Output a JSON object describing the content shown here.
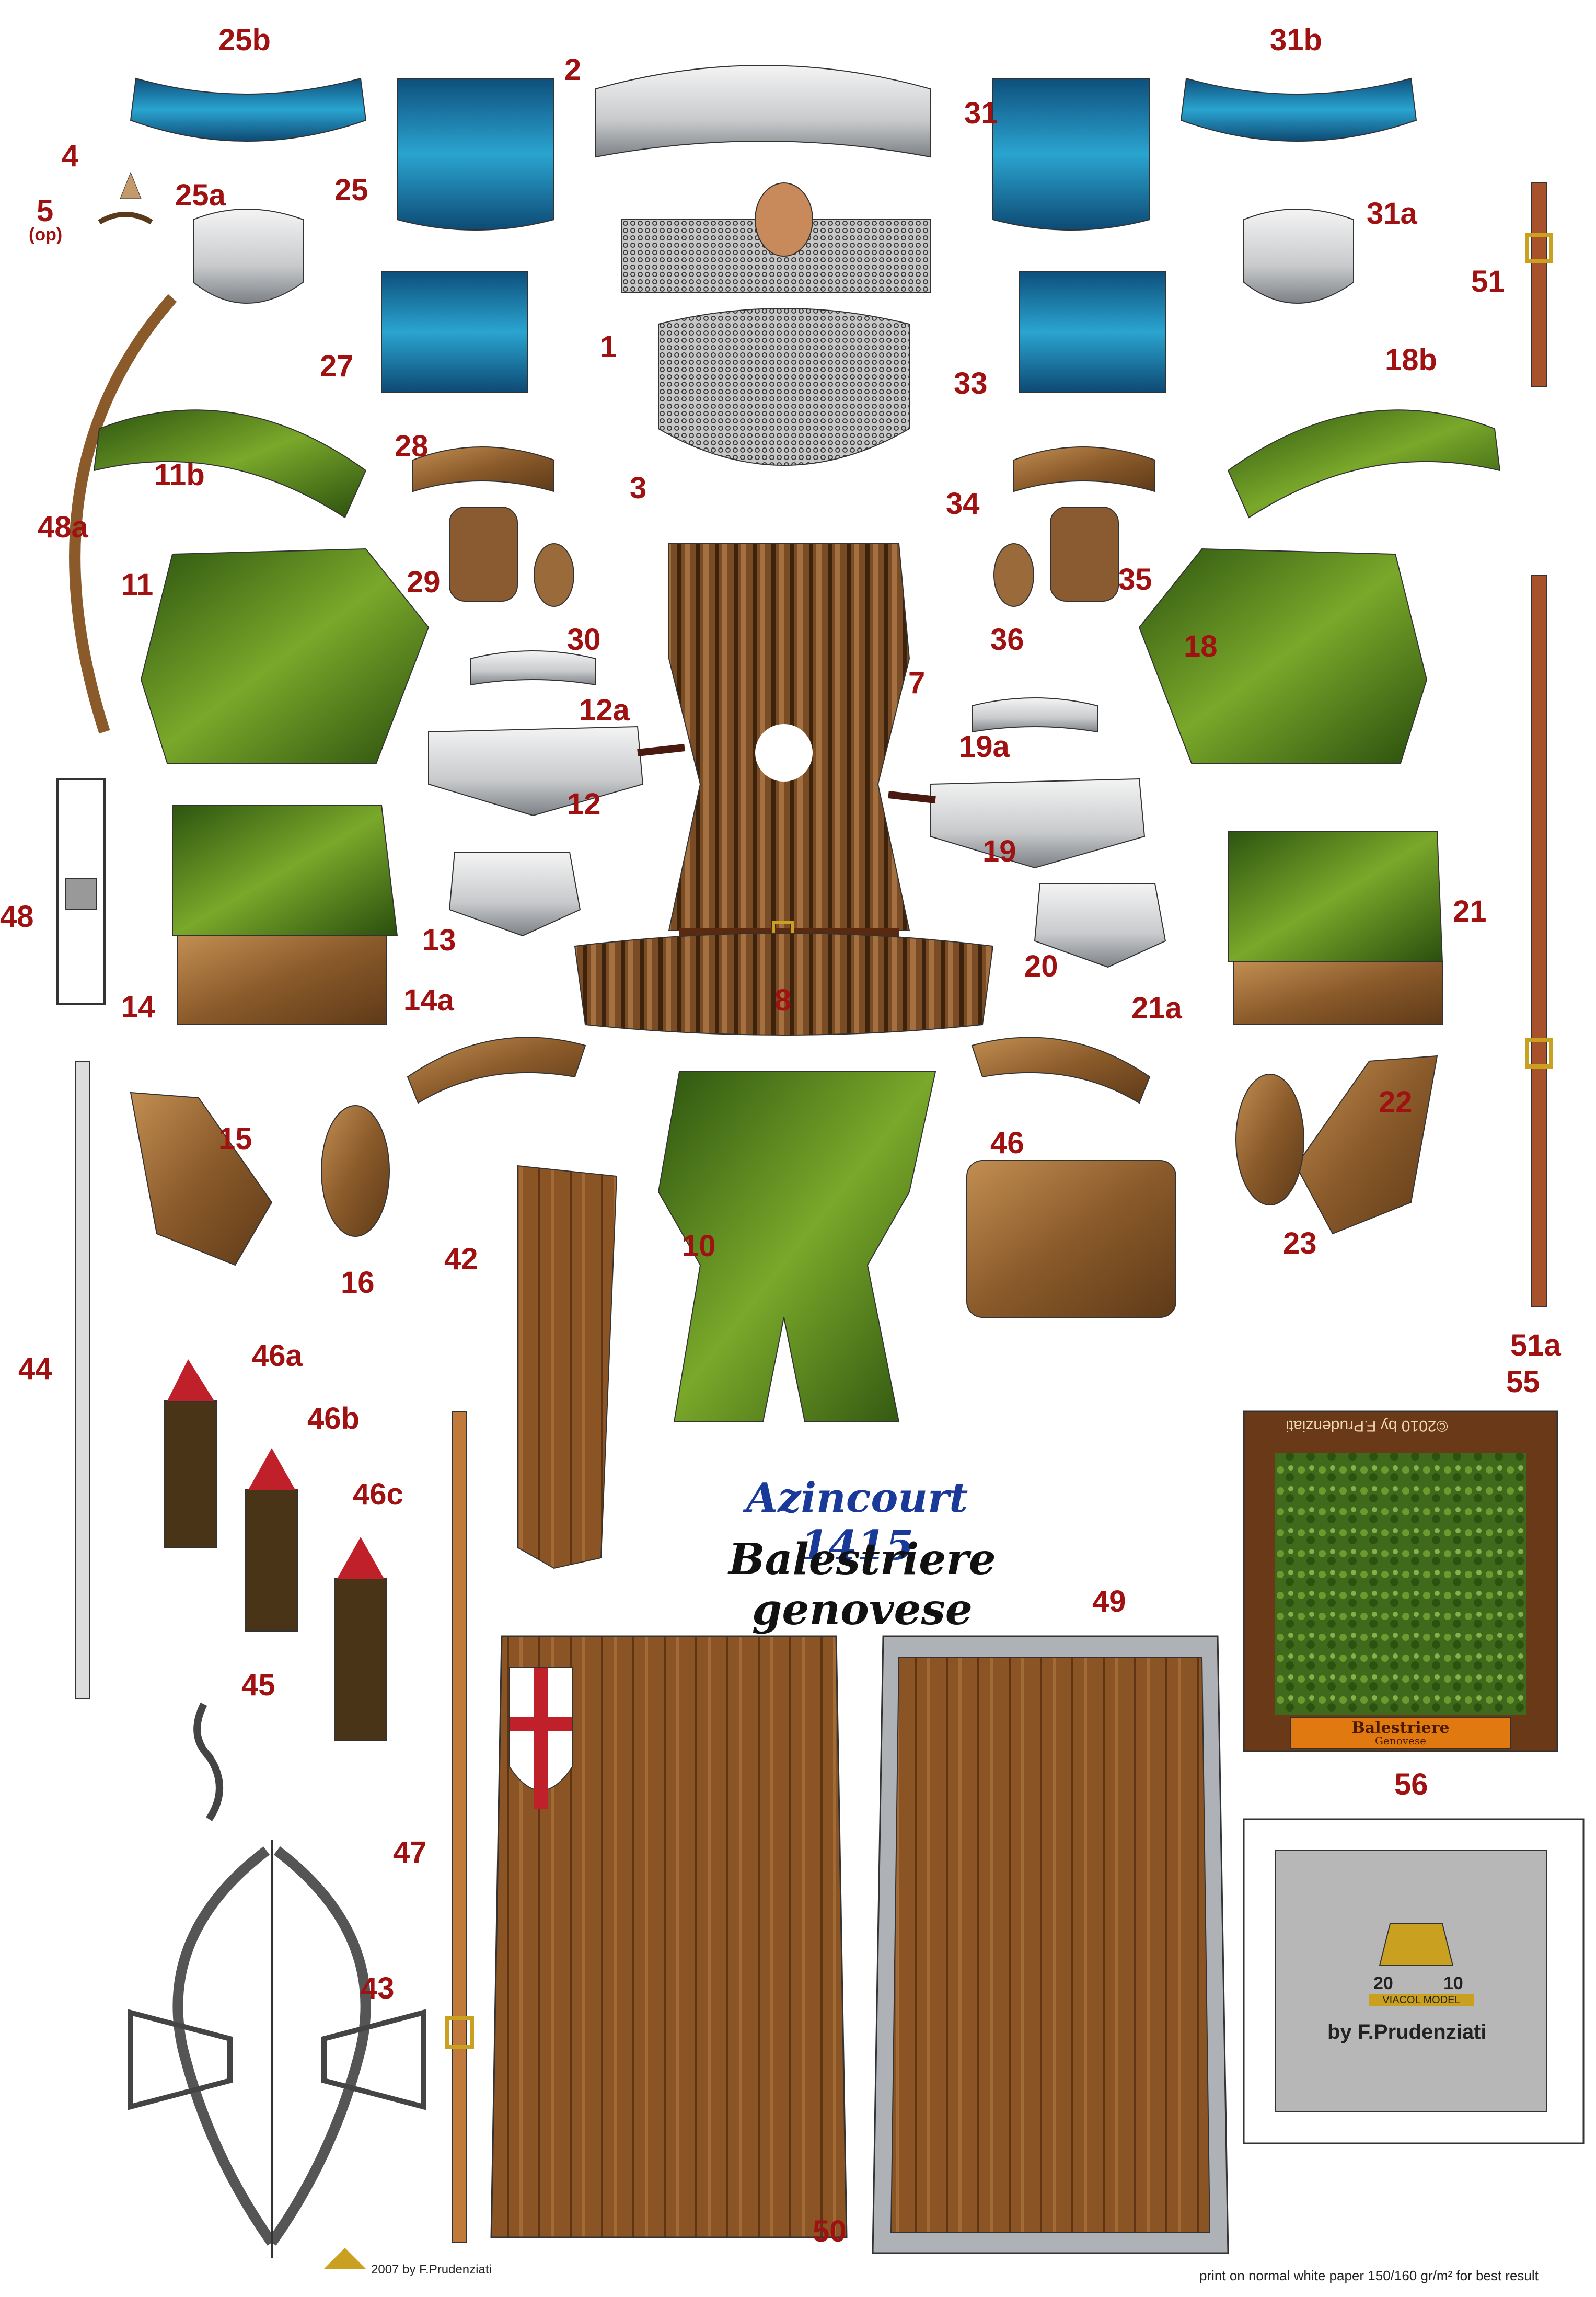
{
  "title": "Azincourt 1415",
  "subtitle": "Balestriere genovese",
  "labels": {
    "l1": "1",
    "l2": "2",
    "l3": "3",
    "l4": "4",
    "l5": "5",
    "l5op": "(op)",
    "l7": "7",
    "l8": "8",
    "l10": "10",
    "l11": "11",
    "l11b": "11b",
    "l12": "12",
    "l12a": "12a",
    "l13": "13",
    "l14": "14",
    "l14a": "14a",
    "l15": "15",
    "l16": "16",
    "l18": "18",
    "l18b": "18b",
    "l19": "19",
    "l19a": "19a",
    "l20": "20",
    "l21": "21",
    "l21a": "21a",
    "l22": "22",
    "l23": "23",
    "l25": "25",
    "l25a": "25a",
    "l25b": "25b",
    "l27": "27",
    "l28": "28",
    "l29": "29",
    "l30": "30",
    "l31": "31",
    "l31a": "31a",
    "l31b": "31b",
    "l33": "33",
    "l34": "34",
    "l35": "35",
    "l36": "36",
    "l42": "42",
    "l43": "43",
    "l44": "44",
    "l45": "45",
    "l46": "46",
    "l46a": "46a",
    "l46b": "46b",
    "l46c": "46c",
    "l47": "47",
    "l48": "48",
    "l48a": "48a",
    "l49": "49",
    "l50": "50",
    "l51": "51",
    "l51a": "51a",
    "l55": "55",
    "l56": "56"
  },
  "base_top_text": "©2010 by F.Prudenziati",
  "base_plaque_line1": "Balestriere",
  "base_plaque_line2": "Genovese",
  "logo_year_left": "20",
  "logo_year_right": "10",
  "logo_strip": "VIACOL MODEL",
  "author": "by  F.Prudenziati",
  "copyright": "2007  by  F.Prudenziati",
  "print_note": "print on normal white paper 150/160 gr/m² for best result",
  "colors": {
    "label_red": "#a01212",
    "title_blue": "#1a3a9a",
    "blue_cloth": "#1f7fa8",
    "green_cloth": "#4d7a1a",
    "wood_brown": "#7a4a22",
    "metal_grey": "#b8bcc0"
  }
}
